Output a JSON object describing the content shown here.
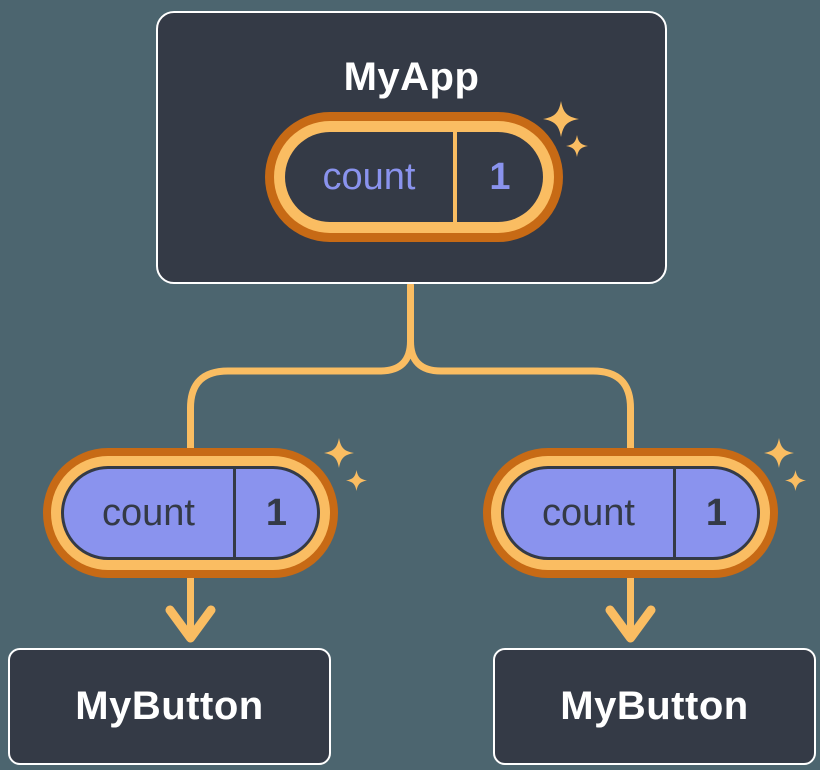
{
  "diagram": {
    "description": "React component tree: parent state passed down as props",
    "root": {
      "title": "MyApp",
      "state_pill": {
        "label": "count",
        "value": "1"
      }
    },
    "children": [
      {
        "title": "MyButton",
        "prop_pill": {
          "label": "count",
          "value": "1"
        }
      },
      {
        "title": "MyButton",
        "prop_pill": {
          "label": "count",
          "value": "1"
        }
      }
    ],
    "icons": {
      "sparkle": "sparkle-icon"
    },
    "colors": {
      "background": "#4C656F",
      "node_fill": "#343A46",
      "node_border": "#FFFFFF",
      "orange_dark": "#C76A15",
      "orange_light": "#FABD62",
      "purple": "#8A93EE",
      "text_light": "#FFFFFF",
      "text_dark": "#343A46"
    }
  }
}
